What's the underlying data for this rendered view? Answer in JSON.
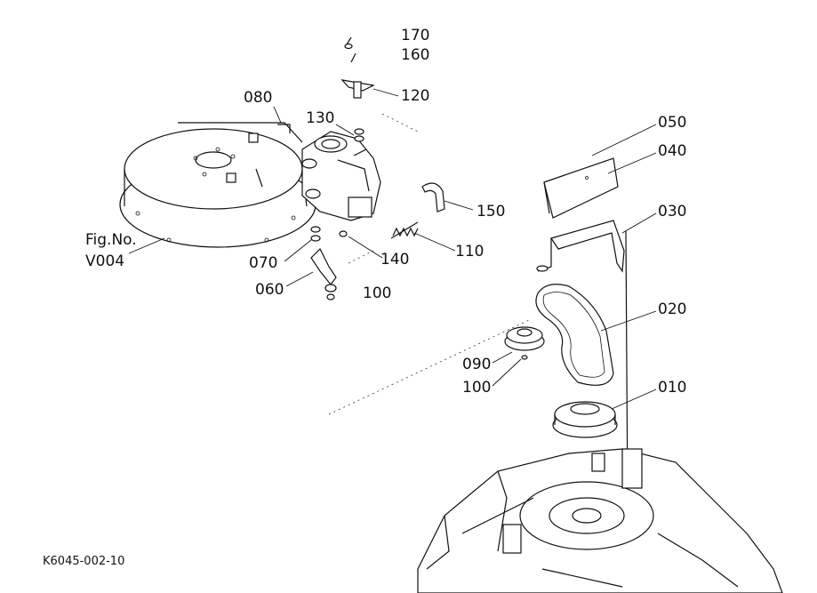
{
  "figure_ref": {
    "line1": "Fig.No.",
    "line2": "V004"
  },
  "drawing_code": "K6045-002-10",
  "callouts": {
    "p170": "170",
    "p160": "160",
    "p120": "120",
    "p080": "080",
    "p130": "130",
    "p150": "150",
    "p110": "110",
    "p140": "140",
    "p070": "070",
    "p060": "060",
    "p100a": "100",
    "p050": "050",
    "p040": "040",
    "p030": "030",
    "p020": "020",
    "p090": "090",
    "p100b": "100",
    "p010": "010"
  }
}
